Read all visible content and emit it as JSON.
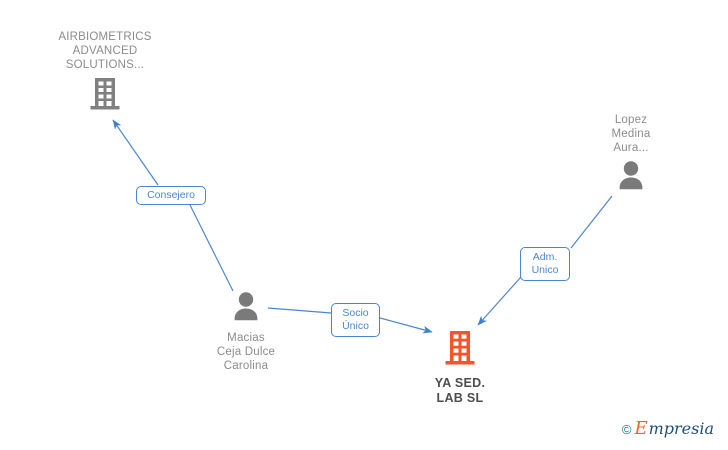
{
  "diagram": {
    "type": "corporate-relations-graph",
    "colors": {
      "edge_blue": "#4a86d0",
      "label_gray": "#8c8c8c",
      "company_gray": "#808080",
      "company_orange": "#f4542a",
      "person_gray": "#7a7a7a",
      "main_label": "#4d4d4d"
    },
    "nodes": [
      {
        "id": "airbiometrics",
        "kind": "company",
        "icon": "company-building-icon",
        "label": "AIRBIOMETRICS\nADVANCED\nSOLUTIONS...",
        "label_position": "above",
        "highlight": false
      },
      {
        "id": "lopez-medina-aura",
        "kind": "person",
        "icon": "person-icon",
        "label": "Lopez\nMedina\nAura...",
        "label_position": "above",
        "highlight": false
      },
      {
        "id": "macias-ceja-dulce-carolina",
        "kind": "person",
        "icon": "person-icon",
        "label": "Macias\nCeja Dulce\nCarolina",
        "label_position": "below",
        "highlight": false
      },
      {
        "id": "yasedlab",
        "kind": "company",
        "icon": "company-building-icon",
        "label": "YA SED.\nLAB  SL",
        "label_position": "below",
        "highlight": true
      }
    ],
    "edges": [
      {
        "id": "edge-consejero",
        "from": "macias-ceja-dulce-carolina",
        "to": "airbiometrics",
        "label": "Consejero"
      },
      {
        "id": "edge-socio-unico",
        "from": "macias-ceja-dulce-carolina",
        "to": "yasedlab",
        "label": "Socio\nÚnico"
      },
      {
        "id": "edge-adm-unico",
        "from": "lopez-medina-aura",
        "to": "yasedlab",
        "label": "Adm.\nUnico"
      }
    ]
  },
  "watermark": {
    "copyright": "©",
    "brand_initial": "E",
    "brand_rest": "mpresia"
  }
}
